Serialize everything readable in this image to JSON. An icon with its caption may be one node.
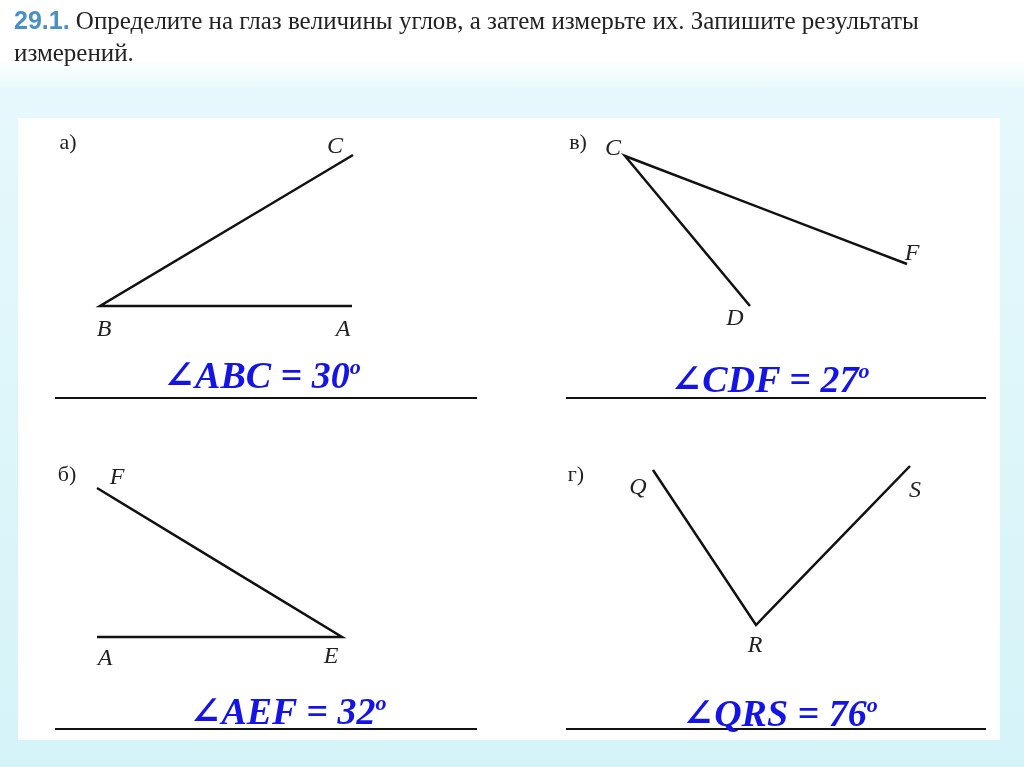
{
  "diagram": {
    "title": "**29.1.** Определите на глаз величины углов, а затем измерьте их. Запишите результаты измерений.",
    "labels": [
      "а)",
      "C",
      "B",
      "A",
      "∠ABC = 30$^{o}$",
      "в)",
      "C",
      "F",
      "D",
      "∠CDF = 27$^{o}$",
      "б)",
      "F",
      "A",
      "E",
      "∠AEF = 32$^{o}$",
      "г)",
      "Q",
      "S",
      "R",
      "∠QRS = 76$^{o}$"
    ]
  }
}
